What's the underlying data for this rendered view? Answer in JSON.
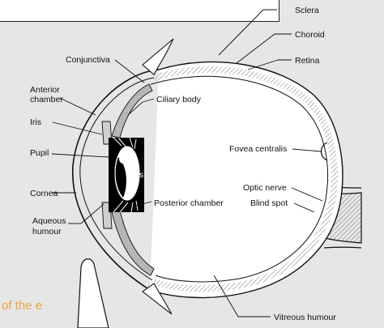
{
  "labels": {
    "sclera": "Sclera",
    "choroid": "Choroid",
    "retina": "Retina",
    "conjunctiva": "Conjunctiva",
    "anterior_chamber_line1": "Anterior",
    "anterior_chamber_line2": "chamber",
    "ciliary_body": "Ciliary body",
    "iris": "Iris",
    "pupil": "Pupil",
    "lens_fragment": "ns",
    "fovea_centralis": "Fovea centralis",
    "cornea": "Cornea",
    "optic_nerve": "Optic nerve",
    "blind_spot": "Blind spot",
    "posterior_chamber": "Posterior chamber",
    "aqueous_line1": "Aqueous",
    "aqueous_line2": "humour",
    "vitreous_humour": "Vitreous humour"
  },
  "caption": "of the e",
  "colors": {
    "background": "#e6e6e6",
    "caption": "#e8a33c"
  }
}
